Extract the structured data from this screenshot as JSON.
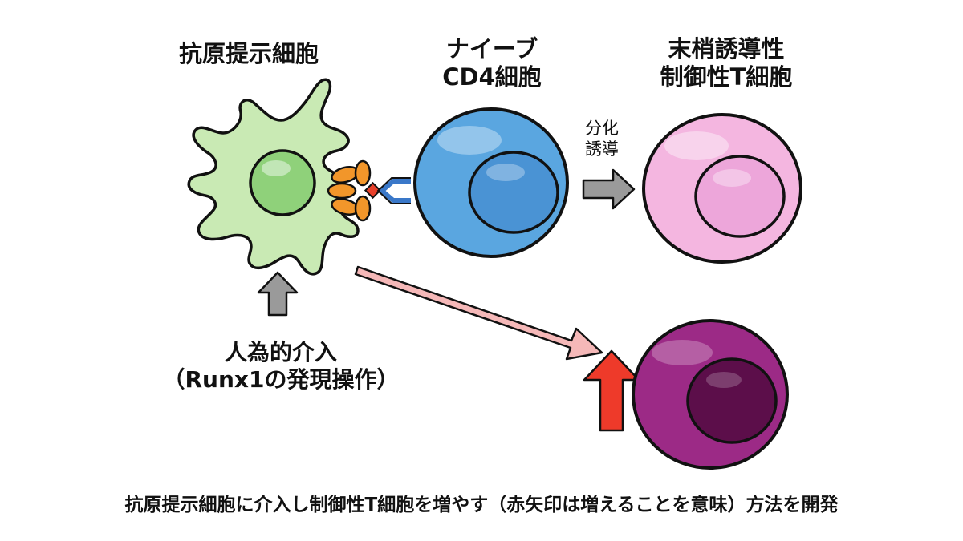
{
  "labels": {
    "apc": "抗原提示細胞",
    "naive_line1": "ナイーブ",
    "naive_line2": "CD4細胞",
    "treg_line1": "末梢誘導性",
    "treg_line2": "制御性T細胞",
    "diff_line1": "分化",
    "diff_line2": "誘導",
    "intervention_line1": "人為的介入",
    "intervention_line2": "（Runx1の発現操作）"
  },
  "caption": "抗原提示細胞に介入し制御性T細胞を増やす（赤矢印は増えることを意味）方法を開発",
  "colors": {
    "apc_body": "#c9eab4",
    "apc_nucleus": "#8fd17a",
    "receptor_orange": "#f2962a",
    "antigen_red": "#e8402a",
    "tcr_blue": "#3a78c9",
    "naive_cell": "#5aa6e0",
    "naive_nucleus": "#4a93d4",
    "treg_cell": "#f4b6e0",
    "treg_nucleus": "#eda6da",
    "increased_treg_cell": "#9c2a86",
    "increased_treg_nucleus": "#5c0e4a",
    "gray_arrow": "#9a9a9a",
    "pink_arrow": "#f5b8b8",
    "red_arrow": "#ee3a2a"
  }
}
